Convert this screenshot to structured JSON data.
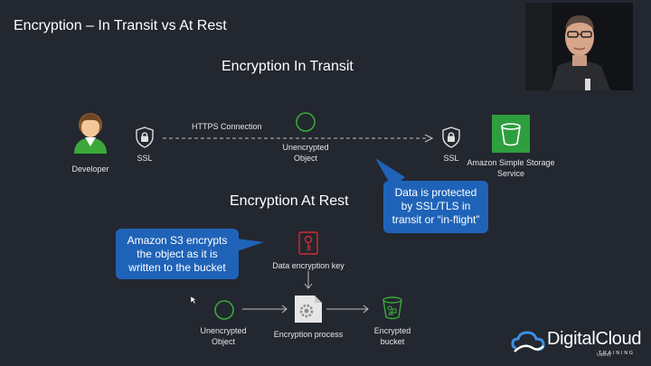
{
  "slide": {
    "title": "Encryption – In Transit vs At Rest",
    "transit_heading": "Encryption In Transit",
    "rest_heading": "Encryption At Rest"
  },
  "transit": {
    "developer_label": "Developer",
    "ssl_left_label": "SSL",
    "https_label": "HTTPS Connection",
    "object_label_line1": "Unencrypted",
    "object_label_line2": "Object",
    "ssl_right_label": "SSL",
    "s3_label_line1": "Amazon Simple Storage",
    "s3_label_line2": "Service",
    "callout_line1": "Data is protected",
    "callout_line2": "by SSL/TLS in",
    "callout_line3": "transit or “in-flight”"
  },
  "rest": {
    "callout_line1": "Amazon S3 encrypts",
    "callout_line2": "the object as it is",
    "callout_line3": "written to the bucket",
    "key_label": "Data encryption key",
    "object_label_line1": "Unencrypted",
    "object_label_line2": "Object",
    "process_label": "Encryption process",
    "bucket_label_line1": "Encrypted",
    "bucket_label_line2": "bucket"
  },
  "branding": {
    "logo_text": "DigitalCloud",
    "logo_subtext": "TRAINING",
    "watermark": "Udemy"
  },
  "colors": {
    "background": "#232730",
    "callout": "#1f63b8",
    "green_accent": "#3aa83a",
    "s3_green": "#2f9e3f",
    "key_red": "#d12c2c"
  }
}
